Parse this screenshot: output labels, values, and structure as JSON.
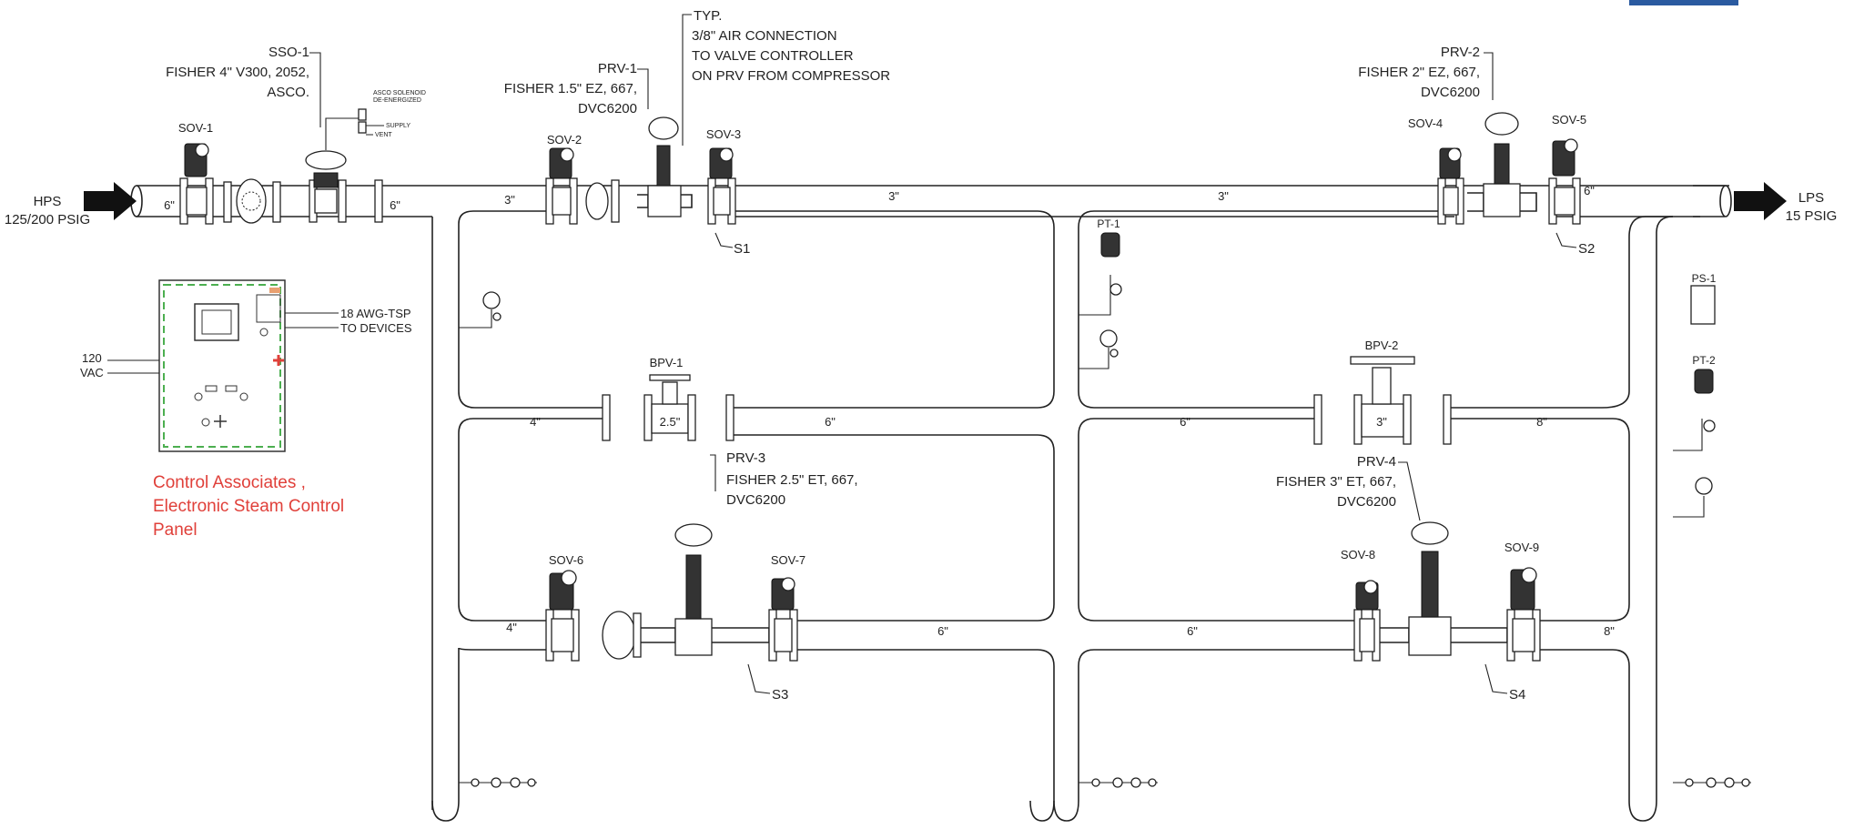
{
  "inlet": {
    "line1": "HPS",
    "line2": "125/200 PSIG"
  },
  "outlet": {
    "line1": "LPS",
    "line2": "15 PSIG"
  },
  "sso1": {
    "tag": "SSO-1",
    "line1": "FISHER 4\" V300, 2052,",
    "line2": "ASCO."
  },
  "asco": {
    "line1": "ASCO SOLENOID",
    "line2": "DE-ENERGIZED",
    "supply": "SUPPLY",
    "vent": "VENT"
  },
  "prv1": {
    "tag": "PRV-1",
    "line1": "FISHER 1.5\" EZ, 667,",
    "line2": "DVC6200"
  },
  "typ": {
    "line1": "TYP.",
    "line2": "3/8\" AIR CONNECTION",
    "line3": "TO VALVE CONTROLLER",
    "line4": "ON PRV FROM COMPRESSOR"
  },
  "prv2": {
    "tag": "PRV-2",
    "line1": "FISHER 2\" EZ, 667,",
    "line2": "DVC6200"
  },
  "prv3": {
    "tag": "PRV-3",
    "line1": "FISHER 2.5\" ET, 667,",
    "line2": "DVC6200"
  },
  "prv4": {
    "tag": "PRV-4",
    "line1": "FISHER 3\" ET, 667,",
    "line2": "DVC6200"
  },
  "sov": {
    "s1": "SOV-1",
    "s2": "SOV-2",
    "s3": "SOV-3",
    "s4": "SOV-4",
    "s5": "SOV-5",
    "s6": "SOV-6",
    "s7": "SOV-7",
    "s8": "SOV-8",
    "s9": "SOV-9"
  },
  "stations": {
    "a": "S1",
    "b": "S2",
    "c": "S3",
    "d": "S4"
  },
  "bpv": {
    "a": "BPV-1",
    "b": "BPV-2",
    "a_size": "2.5\"",
    "b_size": "3\""
  },
  "instruments": {
    "pt1": "PT-1",
    "pt2": "PT-2",
    "ps1": "PS-1"
  },
  "sizes": {
    "inlet": "6\"",
    "after_sso": "6\"",
    "s1_in": "3\"",
    "mid_top": "3\"",
    "right_top": "3\"",
    "outlet": "6\"",
    "bpv1_in": "4\"",
    "bpv1_out": "6\"",
    "bpv2_in": "6\"",
    "bpv2_out": "8\"",
    "s3_in": "4\"",
    "s3_out": "6\"",
    "s4_in": "6\"",
    "s4_out": "8\""
  },
  "panel": {
    "awg_line1": "18 AWG-TSP",
    "awg_line2": "TO DEVICES",
    "power_line1": "120",
    "power_line2": "VAC",
    "caption1": "Control Associates ,",
    "caption2": "Electronic Steam Control",
    "caption3": "Panel",
    "caption_color": "#e0403a"
  },
  "colors": {
    "line": "#222222",
    "accent": "#e0403a",
    "panel_border": "#4caf50"
  }
}
